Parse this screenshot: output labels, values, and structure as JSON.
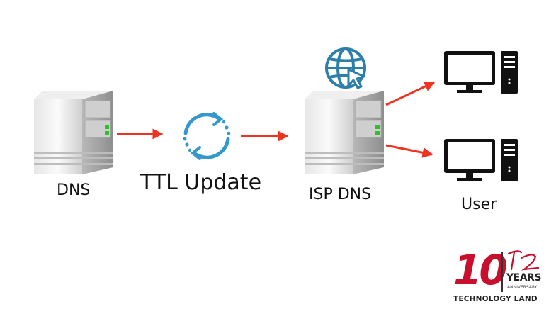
{
  "nodes": {
    "dns": "DNS",
    "ttl": "TTL Update",
    "isp": "ISP DNS",
    "user": "User"
  },
  "logo": {
    "number": "10",
    "years": "YEARS",
    "anniversary": "ANNIVERSARY",
    "brand": "TECHNOLOGY LAND"
  },
  "colors": {
    "arrow": "#ee3322",
    "sync": "#3399cc",
    "globe": "#2e7fa8",
    "logo_red": "#c8102e"
  },
  "icons": {
    "dns": "server-icon",
    "ttl": "sync-icon",
    "isp": "server-icon",
    "isp_badge": "globe-cursor-icon",
    "user": "desktop-computer-icon"
  }
}
